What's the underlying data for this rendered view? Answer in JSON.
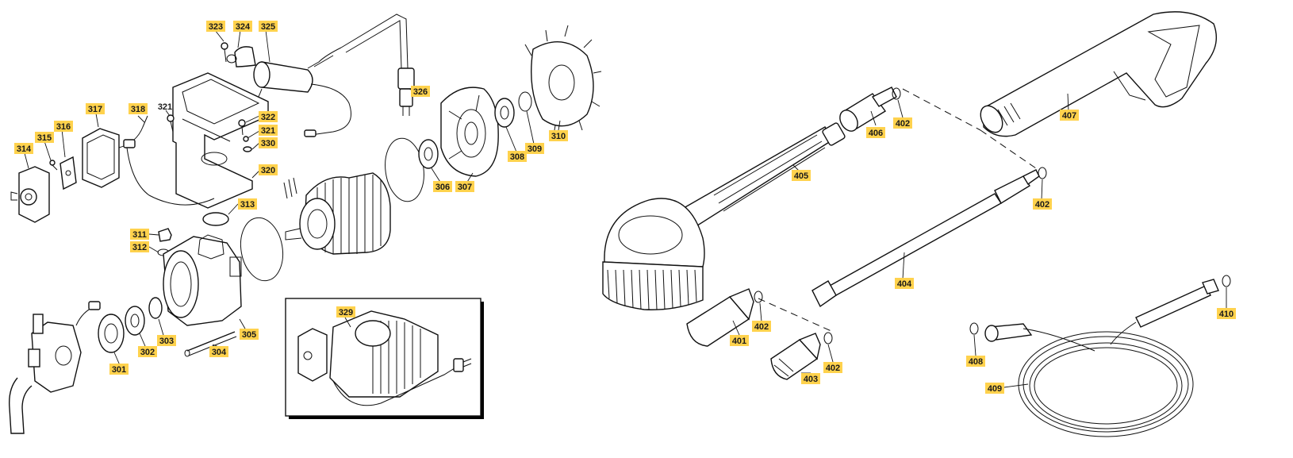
{
  "labels": {
    "p323": "323",
    "p324": "324",
    "p325": "325",
    "p326": "326",
    "p321a": "321",
    "p318": "318",
    "p317": "317",
    "p316": "316",
    "p315": "315",
    "p314": "314",
    "p322": "322",
    "p321b": "321",
    "p330": "330",
    "p320": "320",
    "p313": "313",
    "p311": "311",
    "p312": "312",
    "p301": "301",
    "p302": "302",
    "p303": "303",
    "p304": "304",
    "p305": "305",
    "p329": "329",
    "p306": "306",
    "p307": "307",
    "p308": "308",
    "p309": "309",
    "p310": "310",
    "p405": "405",
    "p406": "406",
    "p402a": "402",
    "p407": "407",
    "p402b": "402",
    "p404": "404",
    "p401": "401",
    "p402c": "402",
    "p402d": "402",
    "p403": "403",
    "p410": "410",
    "p408": "408",
    "p409": "409"
  },
  "colors": {
    "label_bg": "#ffd24d",
    "line": "#111111",
    "background": "#ffffff"
  }
}
